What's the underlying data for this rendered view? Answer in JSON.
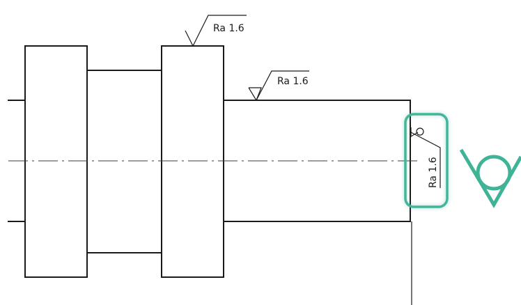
{
  "drawing": {
    "roughness_labels": {
      "top": "Ra 1.6",
      "mid": "Ra 1.6",
      "face": "Ra 1.6"
    }
  },
  "colors": {
    "line": "#1a1a1a",
    "highlight": "#43b59a",
    "callout_symbol": "#3eb396"
  },
  "icons": {
    "callout": "roughness-symbol-icon"
  }
}
